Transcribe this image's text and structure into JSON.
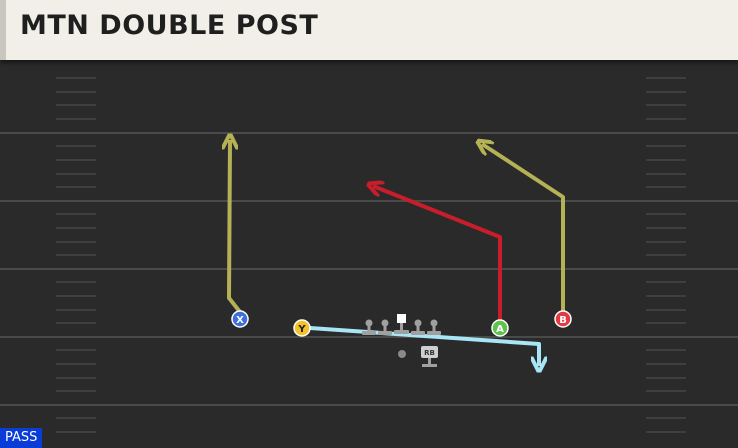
{
  "play": {
    "title": "MTN DOUBLE POST",
    "type": "PASS"
  },
  "players": [
    {
      "id": "x",
      "label": "X",
      "color": "#3f6fd8"
    },
    {
      "id": "y",
      "label": "Y",
      "color": "#f3c22b"
    },
    {
      "id": "a",
      "label": "A",
      "color": "#5fc24d"
    },
    {
      "id": "b",
      "label": "B",
      "color": "#e03a43"
    },
    {
      "id": "rb",
      "label": "RB",
      "color": "#9a9a9a"
    }
  ],
  "routes": {
    "x": {
      "type": "go",
      "color": "#b4b255"
    },
    "y": {
      "type": "drag-out",
      "color": "#a8e6f5"
    },
    "a": {
      "type": "post",
      "color": "#c81e2c"
    },
    "b": {
      "type": "post",
      "color": "#b4b255"
    }
  },
  "colors": {
    "field": "#2a2a2a",
    "yard_line": "#4a4a4a",
    "header_bg": "#f1efe8",
    "play_type_bg": "#0a3cd8"
  }
}
